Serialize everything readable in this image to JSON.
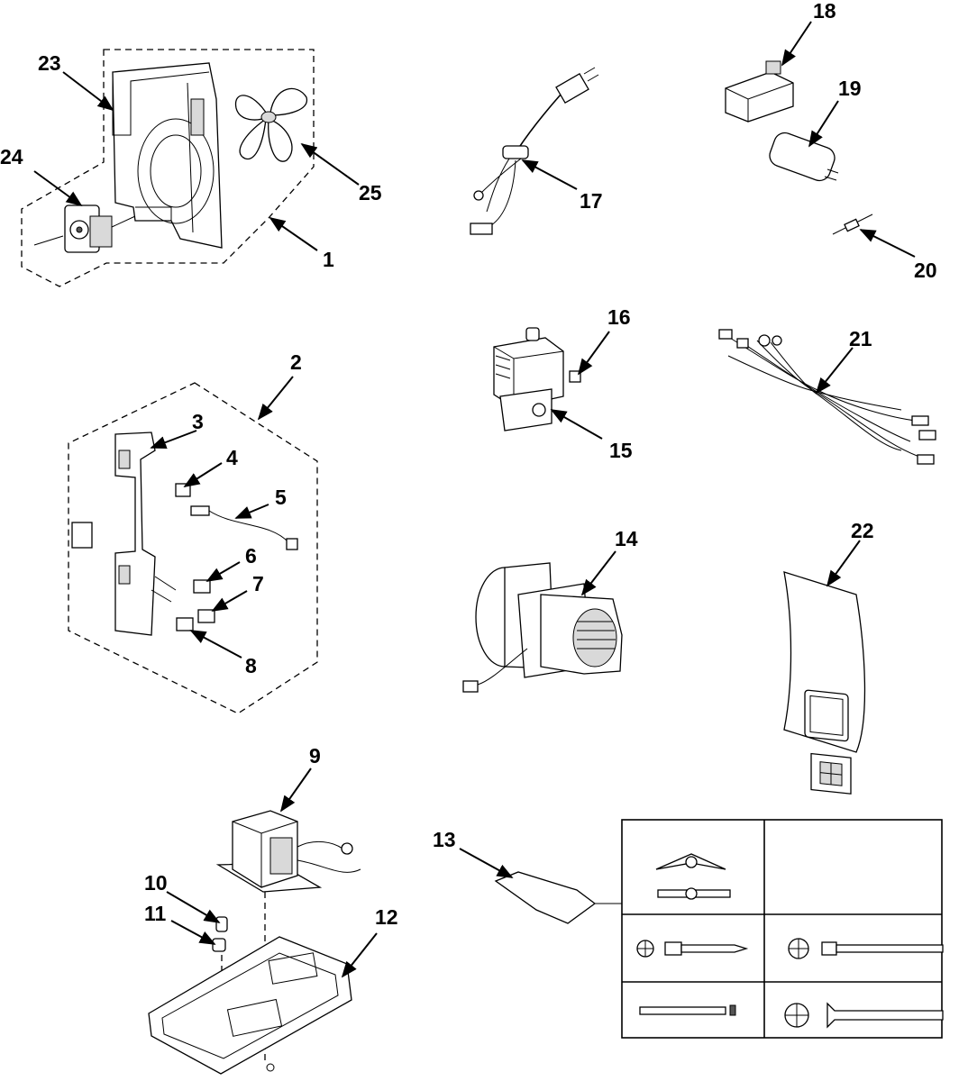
{
  "callouts": {
    "c1": "1",
    "c2": "2",
    "c3": "3",
    "c4": "4",
    "c5": "5",
    "c6": "6",
    "c7": "7",
    "c8": "8",
    "c9": "9",
    "c10": "10",
    "c11": "11",
    "c12": "12",
    "c13": "13",
    "c14": "14",
    "c15": "15",
    "c16": "16",
    "c17": "17",
    "c18": "18",
    "c19": "19",
    "c20": "20",
    "c21": "21",
    "c22": "22",
    "c23": "23",
    "c24": "24",
    "c25": "25"
  },
  "colors": {
    "ink": "#000000",
    "paper": "#ffffff",
    "shade": "#d9d9d9"
  }
}
